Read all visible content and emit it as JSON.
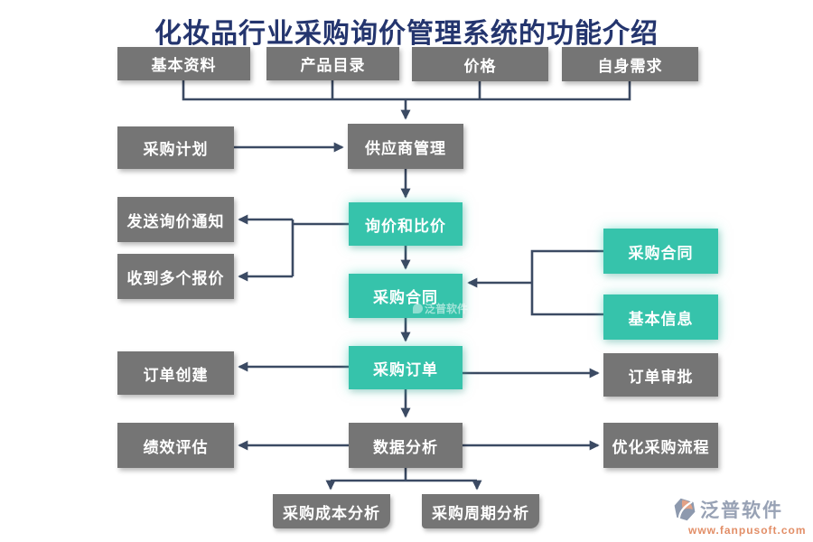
{
  "title": "化妆品行业采购询价管理系统的功能介绍",
  "colors": {
    "title": "#24356e",
    "gray_box": "#757575",
    "teal_box": "#36c3ab",
    "line": "#3b4a63",
    "box_text": "#ffffff",
    "logo_text": "#98a2b5",
    "logo_url": "#e28e67"
  },
  "nodes": {
    "basic_data": "基本资料",
    "product_catalog": "产品目录",
    "price": "价格",
    "own_needs": "自身需求",
    "purchase_plan": "采购计划",
    "supplier_management": "供应商管理",
    "send_inquiry_notice": "发送询价通知",
    "receive_multiple_quotes": "收到多个报价",
    "inquiry_and_compare": "询价和比价",
    "purchase_contract": "采购合同",
    "purchase_contract_source": "采购合同",
    "basic_information": "基本信息",
    "order_creation": "订单创建",
    "purchase_order": "采购订单",
    "order_approval": "订单审批",
    "performance_evaluation": "绩效评估",
    "data_analysis": "数据分析",
    "optimize_procurement_process": "优化采购流程",
    "procurement_cost_analysis": "采购成本分析",
    "procurement_cycle_analysis": "采购周期分析"
  },
  "watermark": {
    "text": "泛普软件"
  },
  "logo": {
    "name": "泛普软件",
    "url": "www.fanpusoft.com"
  }
}
